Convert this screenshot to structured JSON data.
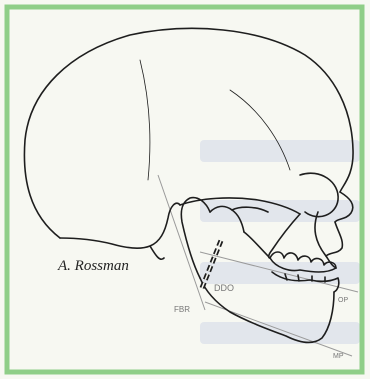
{
  "figure": {
    "signature": "A. Rossman",
    "labels": {
      "ddo": "DDO",
      "fbr": "FBR",
      "op": "OP",
      "mp": "MP"
    },
    "colors": {
      "frame_green": "#8fce88",
      "page_bg": "#f7f8f2",
      "line_ink": "#1e1e1e",
      "reference_line": "#9a9a9a",
      "ghost_text": "#dfe3ea"
    }
  }
}
